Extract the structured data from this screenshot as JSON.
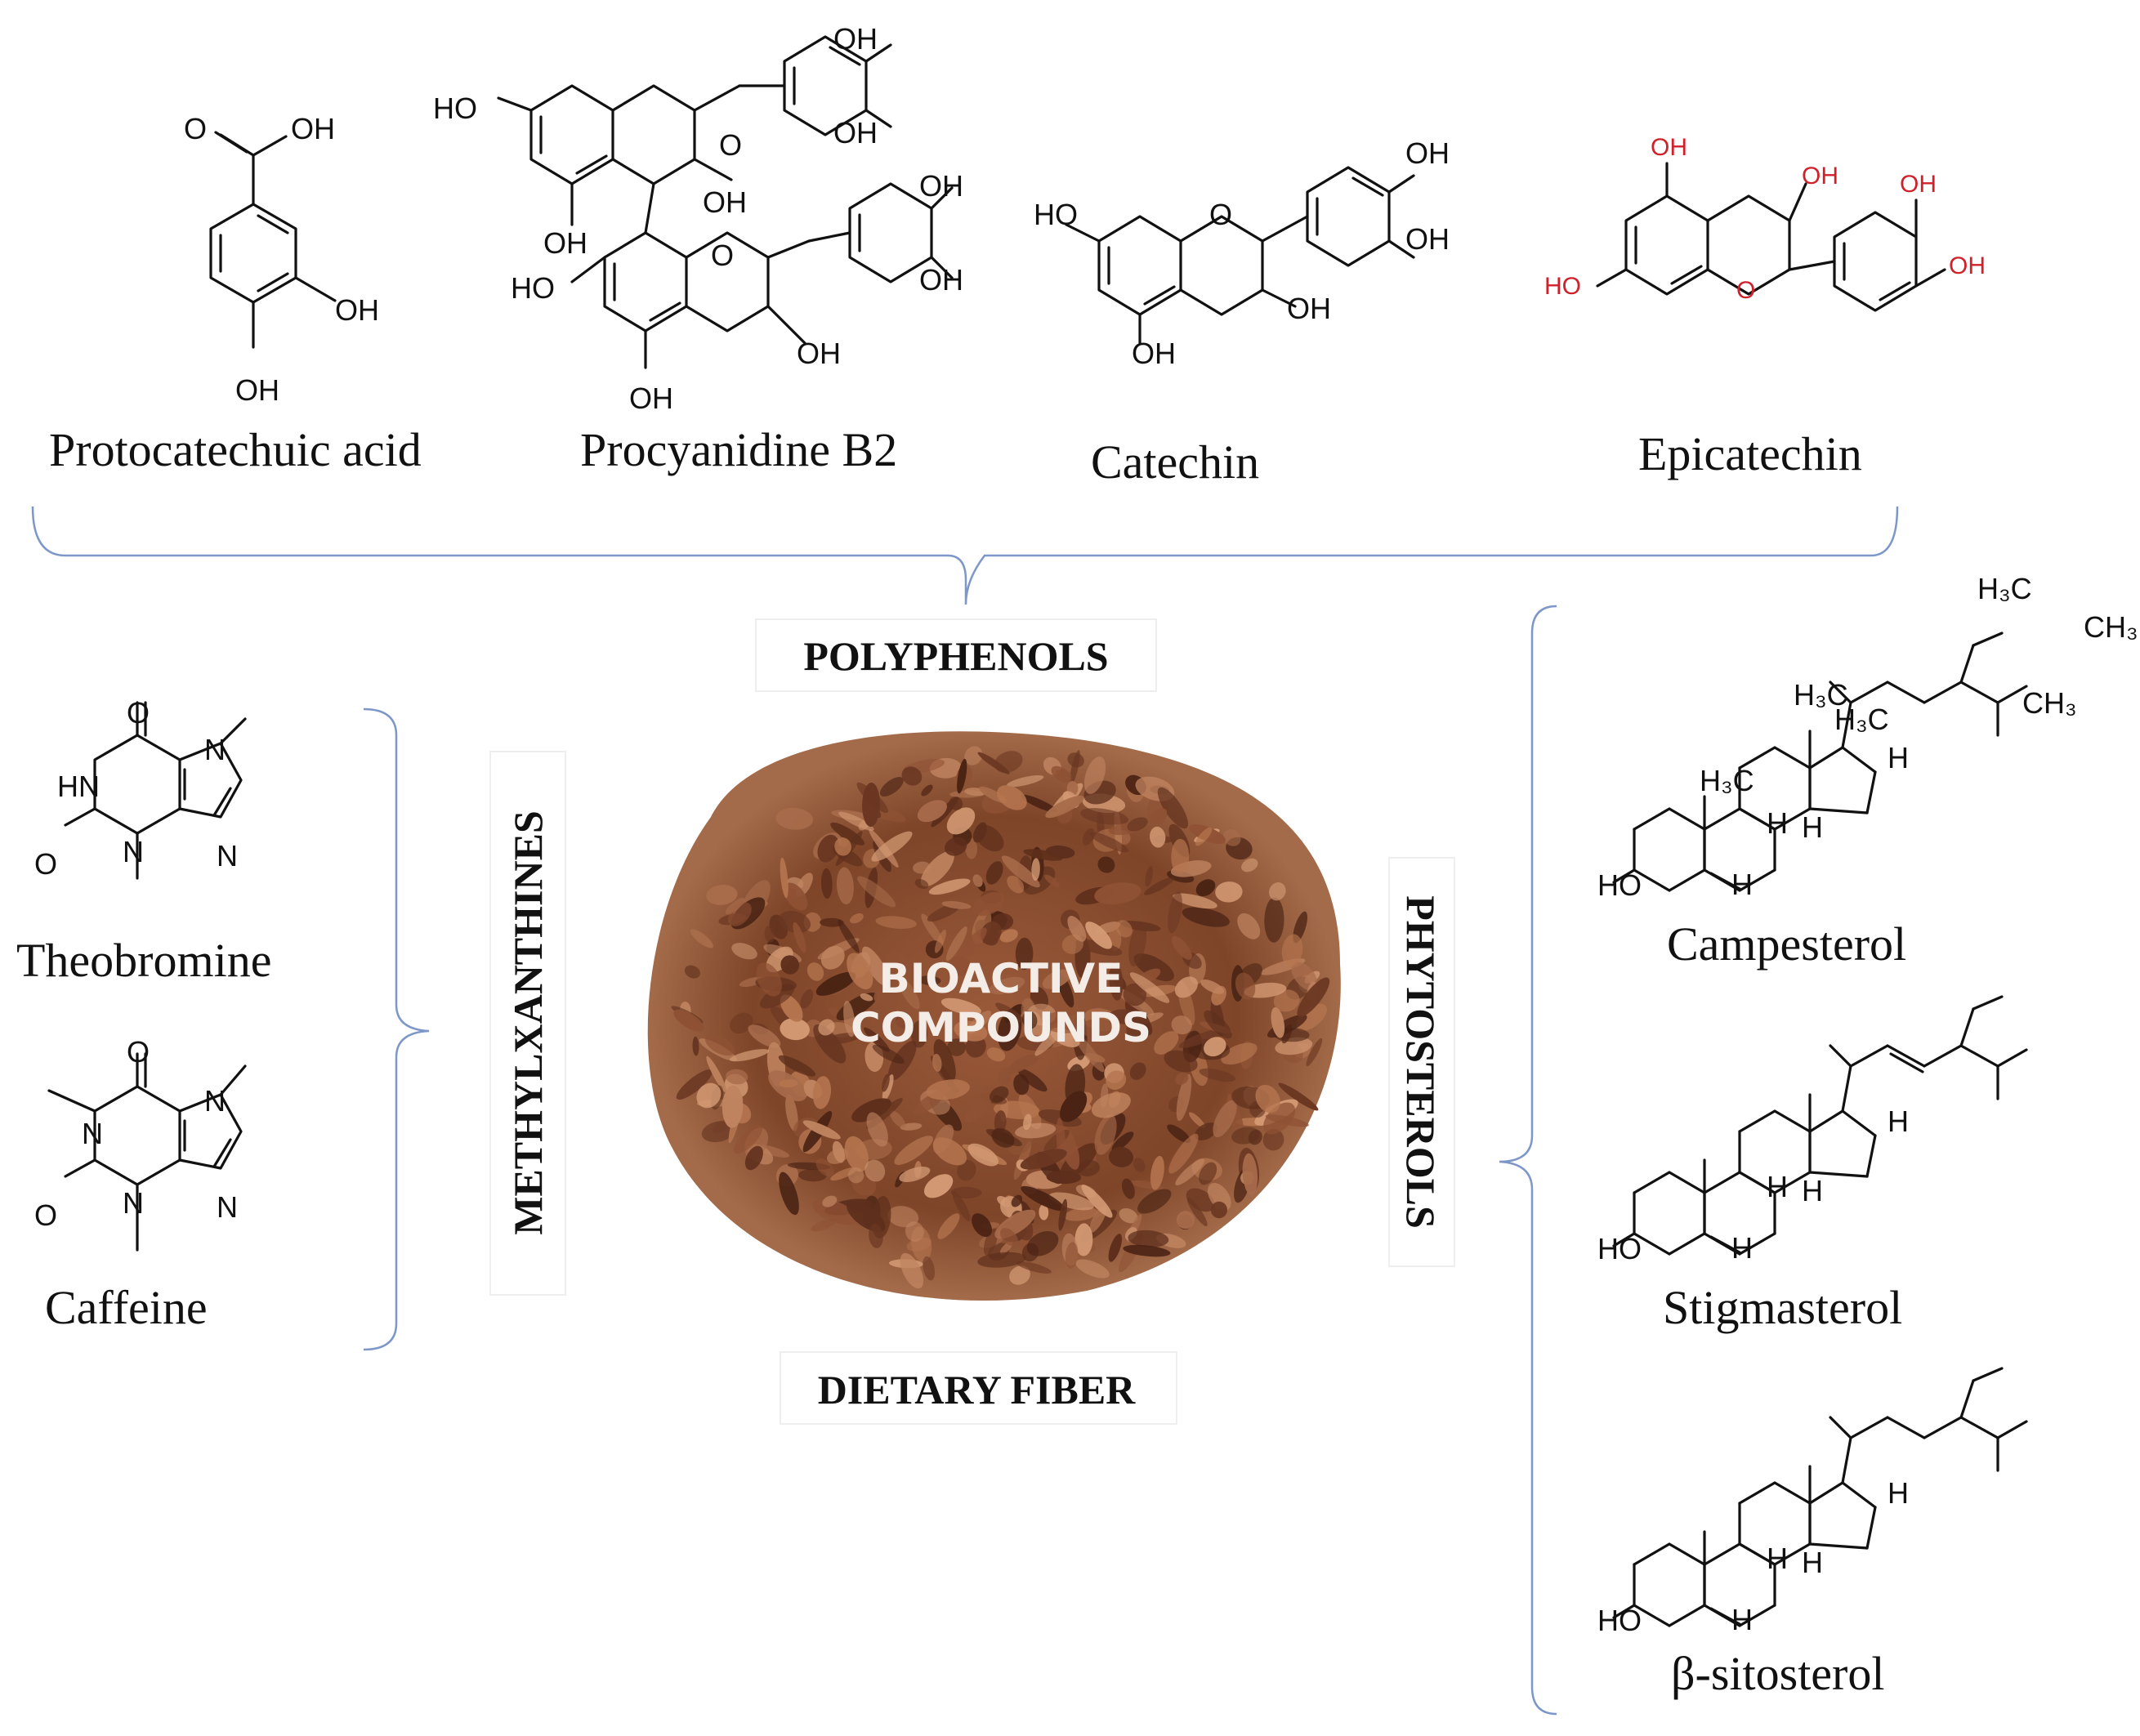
{
  "center": {
    "line1": "BIOACTIVE",
    "line2": "COMPOUNDS"
  },
  "groups": {
    "polyphenols": "POLYPHENOLS",
    "methylxanthines": "METHYLXANTHINES",
    "phytosterols": "PHYTOSTEROLS",
    "dietary_fiber": "DIETARY FIBER"
  },
  "compounds": {
    "protocatechuic": "Protocatechuic acid",
    "procyanidine": "Procyanidine B2",
    "catechin": "Catechin",
    "epicatechin": "Epicatechin",
    "theobromine": "Theobromine",
    "caffeine": "Caffeine",
    "campesterol": "Campesterol",
    "stigmasterol": "Stigmasterol",
    "sitosterol": "β-sitosterol"
  },
  "atoms": {
    "oh": "OH",
    "ho": "HO",
    "o": "O",
    "hn": "HN",
    "n": "N",
    "h": "H",
    "h3c": "H₃C",
    "ch3": "CH₃"
  },
  "colors": {
    "brace": "#7d97c9",
    "epicatechin_labels": "#d0202a",
    "shell_base": "#8a4a2e"
  }
}
